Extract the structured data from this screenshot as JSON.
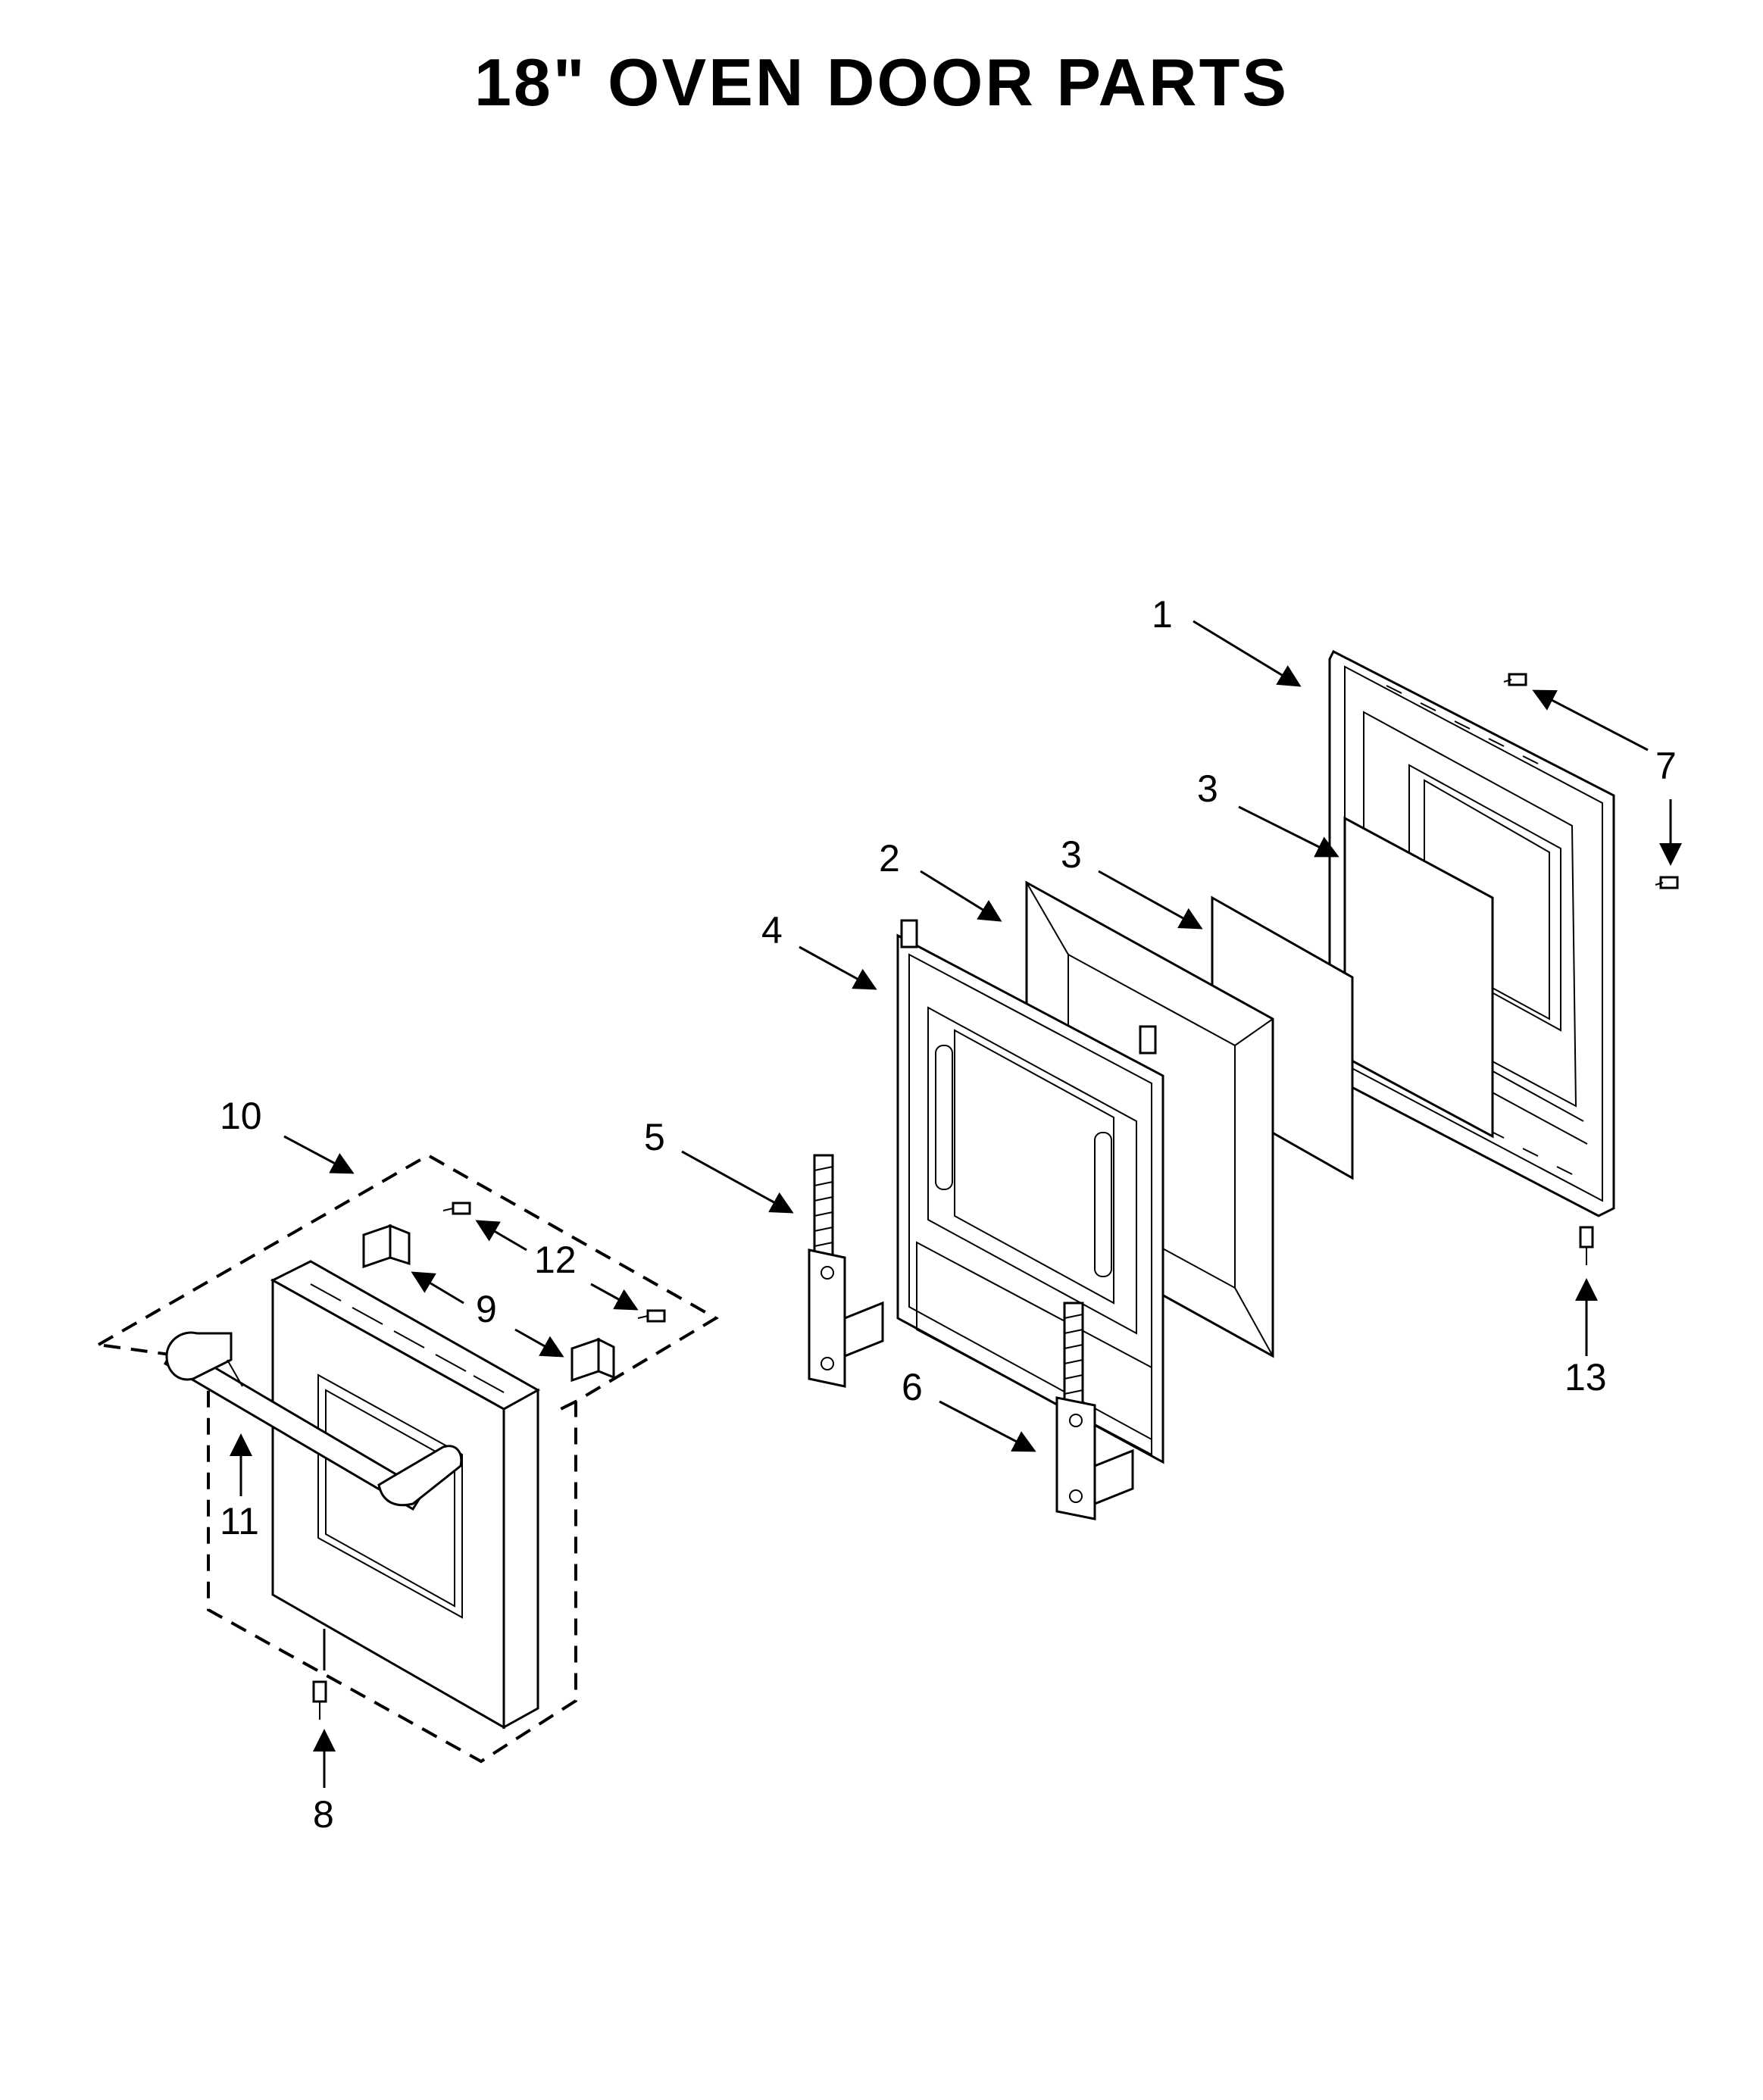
{
  "title": "18\" OVEN DOOR PARTS",
  "callouts": {
    "c1": "1",
    "c2": "2",
    "c3a": "3",
    "c3b": "3",
    "c4": "4",
    "c5": "5",
    "c6": "6",
    "c7": "7",
    "c8": "8",
    "c9": "9",
    "c10": "10",
    "c11": "11",
    "c12": "12",
    "c13": "13"
  }
}
